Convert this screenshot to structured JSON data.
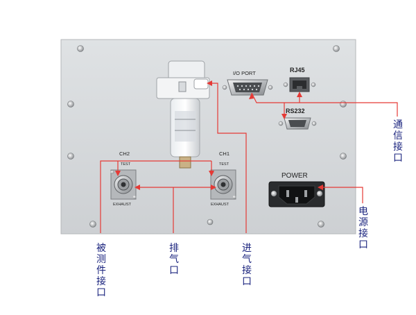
{
  "panel": {
    "io_port_label": "I/O PORT",
    "rj45_label": "RJ45",
    "rs232_label": "RS232",
    "power_label": "POWER",
    "ch2_label": "CH2",
    "ch1_label": "CH1",
    "ch2_test_label": "TEST",
    "ch1_test_label": "TEST",
    "ch2_exhaust_label": "EXHAUST",
    "ch1_exhaust_label": "EXHAUST",
    "panel_color": "#d6d9dc",
    "frame_color": "#c5c8cb"
  },
  "callouts": {
    "communication": "通信接口",
    "power": "电源接口",
    "test_port": "被测件接口",
    "exhaust": "排气口",
    "inlet": "进气接口"
  },
  "colors": {
    "leader_line": "#e53935",
    "callout_text": "#1a237e"
  }
}
